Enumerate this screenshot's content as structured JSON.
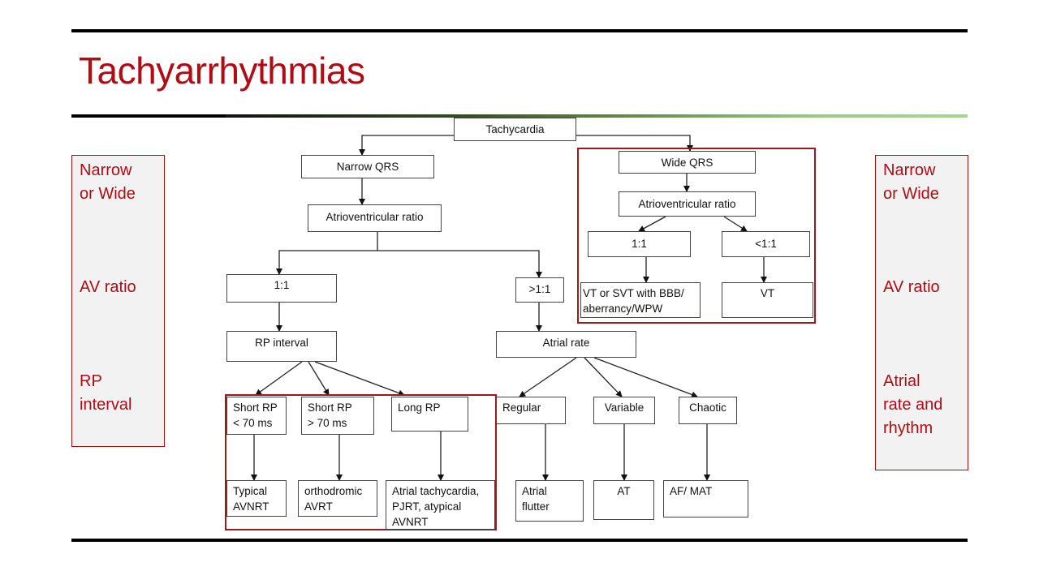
{
  "slide": {
    "title": "Tachyarrhythmias",
    "colors": {
      "title": "#b00c14",
      "highlight_border": "#9c1a1c",
      "panel_fill": "#f2f2f2",
      "rule": "#000000",
      "rule_gradient_end": "#a6d78c"
    }
  },
  "left_panel": {
    "labels": [
      "Narrow\nor Wide",
      "AV ratio",
      "RP\ninterval"
    ]
  },
  "right_panel": {
    "labels": [
      "Narrow\nor Wide",
      "AV ratio",
      "Atrial\nrate and\nrhythm"
    ]
  },
  "flowchart": {
    "nodes": {
      "tachycardia": "Tachycardia",
      "narrow_qrs": "Narrow QRS",
      "wide_qrs": "Wide QRS",
      "narrow_av_ratio": "Atrioventricular ratio",
      "wide_av_ratio": "Atrioventricular ratio",
      "narrow_1to1": "1:1",
      "narrow_gt1to1": ">1:1",
      "wide_1to1": "1:1",
      "wide_lt1to1": "<1:1",
      "wide_vt_svt": "VT or SVT with BBB/\naberrancy/WPW",
      "wide_vt": "VT",
      "rp_interval": "RP interval",
      "atrial_rate": "Atrial rate",
      "short_rp_lt70": "Short RP\n< 70 ms",
      "short_rp_gt70": "Short RP\n> 70 ms",
      "long_rp": "Long RP",
      "regular": "Regular",
      "variable": "Variable",
      "chaotic": "Chaotic",
      "typical_avnrt": "Typical\nAVNRT",
      "orthodromic_avrt": "orthodromic\nAVRT",
      "atrial_tachy_group": "Atrial tachycardia,\nPJRT, atypical\nAVNRT",
      "atrial_flutter": "Atrial\nflutter",
      "at": "AT",
      "af_mat": "AF/ MAT"
    },
    "edges": [
      [
        "tachycardia",
        "narrow_qrs"
      ],
      [
        "tachycardia",
        "wide_qrs"
      ],
      [
        "narrow_qrs",
        "narrow_av_ratio"
      ],
      [
        "narrow_av_ratio",
        "narrow_1to1"
      ],
      [
        "narrow_av_ratio",
        "narrow_gt1to1"
      ],
      [
        "narrow_1to1",
        "rp_interval"
      ],
      [
        "narrow_gt1to1",
        "atrial_rate"
      ],
      [
        "rp_interval",
        "short_rp_lt70"
      ],
      [
        "rp_interval",
        "short_rp_gt70"
      ],
      [
        "rp_interval",
        "long_rp"
      ],
      [
        "short_rp_lt70",
        "typical_avnrt"
      ],
      [
        "short_rp_gt70",
        "orthodromic_avrt"
      ],
      [
        "long_rp",
        "atrial_tachy_group"
      ],
      [
        "atrial_rate",
        "regular"
      ],
      [
        "atrial_rate",
        "variable"
      ],
      [
        "atrial_rate",
        "chaotic"
      ],
      [
        "regular",
        "atrial_flutter"
      ],
      [
        "variable",
        "at"
      ],
      [
        "chaotic",
        "af_mat"
      ],
      [
        "wide_qrs",
        "wide_av_ratio"
      ],
      [
        "wide_av_ratio",
        "wide_1to1"
      ],
      [
        "wide_av_ratio",
        "wide_lt1to1"
      ],
      [
        "wide_1to1",
        "wide_vt_svt"
      ],
      [
        "wide_lt1to1",
        "wide_vt"
      ]
    ],
    "highlights": [
      "wide-qrs-branch",
      "rp-interval-branch"
    ]
  }
}
